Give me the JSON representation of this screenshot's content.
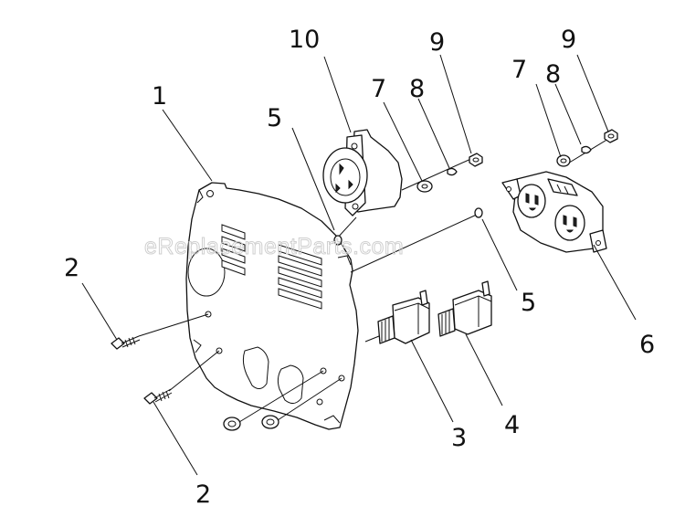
{
  "watermark": "eReplacementParts.com",
  "labels": [
    {
      "id": "label-10",
      "text": "10"
    },
    {
      "id": "label-9a",
      "text": "9"
    },
    {
      "id": "label-9b",
      "text": "9"
    },
    {
      "id": "label-8a",
      "text": "8"
    },
    {
      "id": "label-8b",
      "text": "8"
    },
    {
      "id": "label-7a",
      "text": "7"
    },
    {
      "id": "label-7b",
      "text": "7"
    },
    {
      "id": "label-1",
      "text": "1"
    },
    {
      "id": "label-5a",
      "text": "5"
    },
    {
      "id": "label-5b",
      "text": "5"
    },
    {
      "id": "label-2a",
      "text": "2"
    },
    {
      "id": "label-2b",
      "text": "2"
    },
    {
      "id": "label-3",
      "text": "3"
    },
    {
      "id": "label-4",
      "text": "4"
    },
    {
      "id": "label-6",
      "text": "6"
    }
  ]
}
